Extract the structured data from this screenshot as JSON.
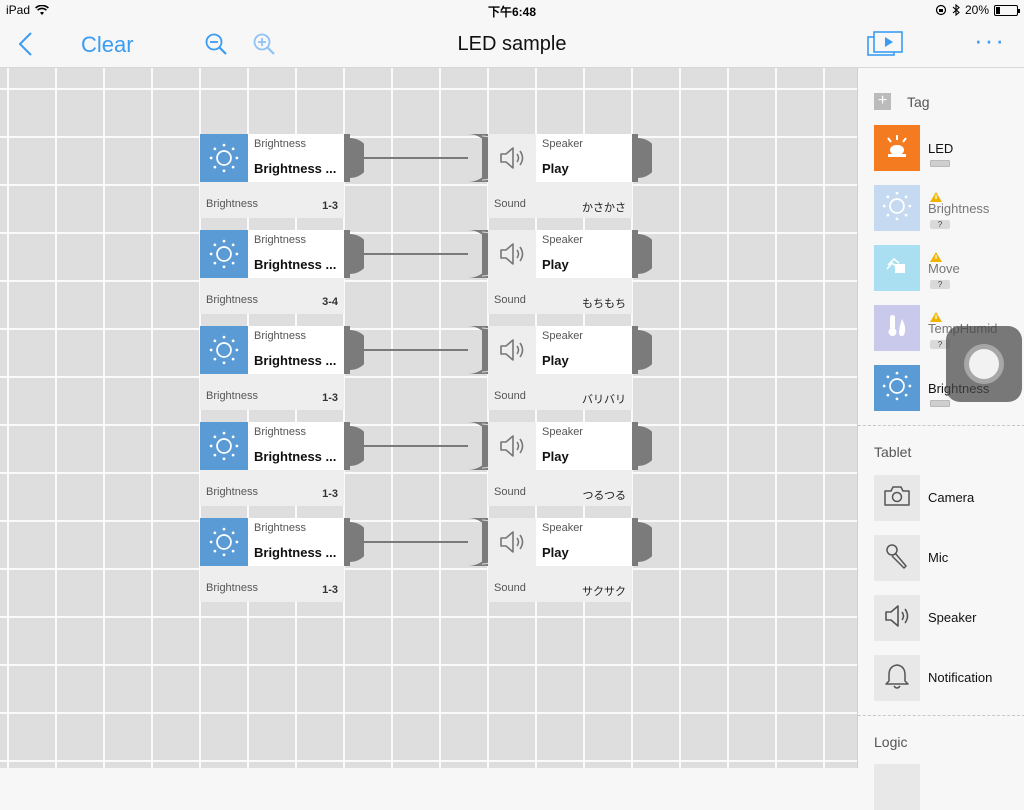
{
  "status_bar": {
    "device": "iPad",
    "time": "下午6:48",
    "battery_percent": "20%",
    "battery_level": 0.2
  },
  "navbar": {
    "clear_label": "Clear",
    "title": "LED sample",
    "more_label": "···"
  },
  "flows": [
    {
      "trigger": {
        "header": "Brightness",
        "action": "Brightness ...",
        "footer": "Brightness",
        "value": "1-3"
      },
      "output": {
        "header": "Speaker",
        "action": "Play",
        "footer": "Sound",
        "value": "かさかさ"
      }
    },
    {
      "trigger": {
        "header": "Brightness",
        "action": "Brightness ...",
        "footer": "Brightness",
        "value": "3-4"
      },
      "output": {
        "header": "Speaker",
        "action": "Play",
        "footer": "Sound",
        "value": "もちもち"
      }
    },
    {
      "trigger": {
        "header": "Brightness",
        "action": "Brightness ...",
        "footer": "Brightness",
        "value": "1-3"
      },
      "output": {
        "header": "Speaker",
        "action": "Play",
        "footer": "Sound",
        "value": "バリバリ"
      }
    },
    {
      "trigger": {
        "header": "Brightness",
        "action": "Brightness ...",
        "footer": "Brightness",
        "value": "1-3"
      },
      "output": {
        "header": "Speaker",
        "action": "Play",
        "footer": "Sound",
        "value": "つるつる"
      }
    },
    {
      "trigger": {
        "header": "Brightness",
        "action": "Brightness ...",
        "footer": "Brightness",
        "value": "1-3"
      },
      "output": {
        "header": "Speaker",
        "action": "Play",
        "footer": "Sound",
        "value": "サクサク"
      }
    }
  ],
  "sidebar": {
    "tag_section": {
      "title": "Tag",
      "items": [
        {
          "label": "LED",
          "icon": "led-icon",
          "color": "#f47b20",
          "warning": false,
          "status": "battery"
        },
        {
          "label": "Brightness",
          "icon": "brightness-icon",
          "color": "#c5daf0",
          "warning": true,
          "status": "?"
        },
        {
          "label": "Move",
          "icon": "move-icon",
          "color": "#a9dff0",
          "warning": true,
          "status": "?"
        },
        {
          "label": "TempHumid",
          "icon": "temphumid-icon",
          "color": "#c9c9ec",
          "warning": true,
          "status": "?"
        },
        {
          "label": "Brightness",
          "icon": "brightness-icon",
          "color": "#5b9bd5",
          "warning": false,
          "status": "battery"
        }
      ]
    },
    "tablet_section": {
      "title": "Tablet",
      "items": [
        {
          "label": "Camera",
          "icon": "camera-icon"
        },
        {
          "label": "Mic",
          "icon": "mic-icon"
        },
        {
          "label": "Speaker",
          "icon": "speaker-icon"
        },
        {
          "label": "Notification",
          "icon": "bell-icon"
        }
      ]
    },
    "logic_section": {
      "title": "Logic"
    }
  },
  "colors": {
    "accent": "#3a9cf2",
    "brightness_block": "#5b9bd5",
    "led_tag": "#f47b20",
    "warning": "#f0b400"
  }
}
